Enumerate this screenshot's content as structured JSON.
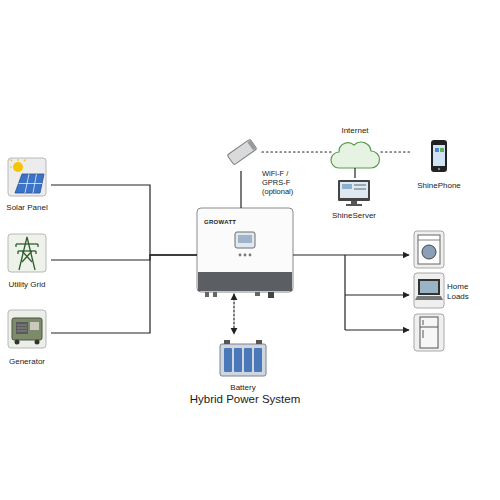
{
  "diagram": {
    "title": "Hybrid Power System",
    "nodes": [
      {
        "text": [
          "Solar Panel"
        ]
      },
      {
        "text": [
          "Utility Grid"
        ]
      },
      {
        "text": [
          "Generator"
        ]
      },
      {
        "text": [
          "GROWATT"
        ]
      },
      {
        "text": [
          "WiFi-F / GPRS-F (optional)"
        ]
      },
      {
        "text": [
          "Internet"
        ]
      },
      {
        "text": [
          "ShinePhone"
        ]
      },
      {
        "text": [
          "ShineServer"
        ]
      },
      {
        "text": [
          "Battery"
        ]
      },
      {
        "text": [
          "Home Loads"
        ]
      }
    ],
    "edges": [
      {
        "from": 0,
        "to": 3,
        "arrow": "none"
      },
      {
        "from": 1,
        "to": 3,
        "arrow": "none"
      },
      {
        "from": 2,
        "to": 3,
        "arrow": "none"
      },
      {
        "from": 4,
        "to": 3,
        "arrow": "none"
      },
      {
        "from": 4,
        "to": 5,
        "arrow": "none"
      },
      {
        "from": 5,
        "to": 6,
        "arrow": "none"
      },
      {
        "from": 5,
        "to": 7,
        "arrow": "none"
      },
      {
        "from": 3,
        "to": 8,
        "arrow": "both"
      },
      {
        "from": 3,
        "to": 9,
        "arrow": "to"
      }
    ]
  }
}
